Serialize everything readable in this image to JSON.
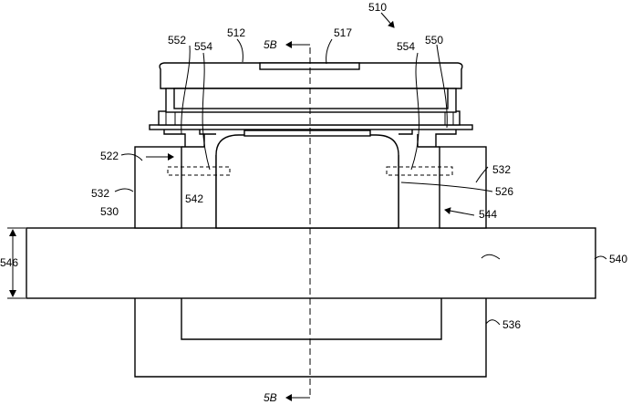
{
  "figure": {
    "title_ref": "510",
    "section_top": "5B",
    "section_bottom": "5B",
    "labels": {
      "l512": "512",
      "l517": "517",
      "l552": "552",
      "l554_left": "554",
      "l554_right": "554",
      "l550": "550",
      "l522": "522",
      "l532_right": "532",
      "l532_left": "532",
      "l530": "530",
      "l542": "542",
      "l526": "526",
      "l544": "544",
      "l546": "546",
      "l540": "540",
      "l536": "536"
    }
  }
}
